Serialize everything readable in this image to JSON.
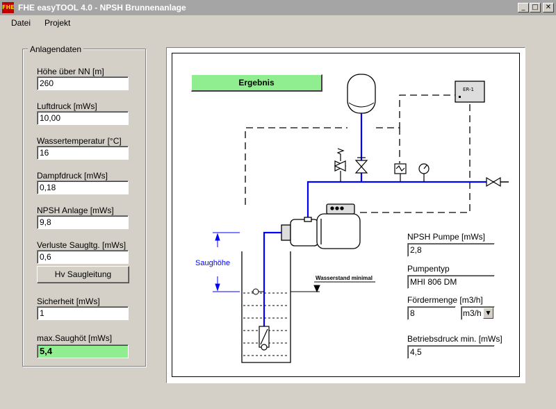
{
  "window": {
    "title": "FHE easyTOOL 4.0 - NPSH Brunnenanlage",
    "icon_text": "FHE",
    "minimize": "_",
    "maximize": "□",
    "close": "✕"
  },
  "menu": {
    "items": [
      "Datei",
      "Projekt"
    ]
  },
  "anlagendaten": {
    "legend": "Anlagendaten",
    "fields": [
      {
        "label": "Höhe über NN [m]",
        "value": "260"
      },
      {
        "label": "Luftdruck [mWs]",
        "value": "10,00"
      },
      {
        "label": "Wassertemperatur [°C]",
        "value": "16"
      },
      {
        "label": "Dampfdruck [mWs]",
        "value": "0,18"
      },
      {
        "label": "NPSH Anlage [mWs]",
        "value": "9,8"
      },
      {
        "label": "Verluste Saugltg. [mWs]",
        "value": "0,6"
      }
    ],
    "hv_button": "Hv Saugleitung",
    "sicherheit": {
      "label": "Sicherheit [mWs]",
      "value": "1"
    },
    "result": {
      "label": "max.Saughöt [mWs]",
      "value": "5,4"
    }
  },
  "diagram": {
    "ergebnis_button": "Ergebnis",
    "controller_label": "ER-1",
    "saughoehe_label": "Saughöhe",
    "wasserstand_label": "Wasserstand minimal",
    "pipe_color": "#0000ff"
  },
  "pump": {
    "npsh_pumpe": {
      "label": "NPSH Pumpe [mWs]",
      "value": "2,8"
    },
    "pumpentyp": {
      "label": "Pumpentyp",
      "value": "MHI 806 DM"
    },
    "foerdermenge": {
      "label": "Fördermenge [m3/h]",
      "value": "8",
      "unit": "m3/h"
    },
    "betriebsdruck": {
      "label": "Betriebsdruck min. [mWs]",
      "value": "4,5"
    }
  }
}
